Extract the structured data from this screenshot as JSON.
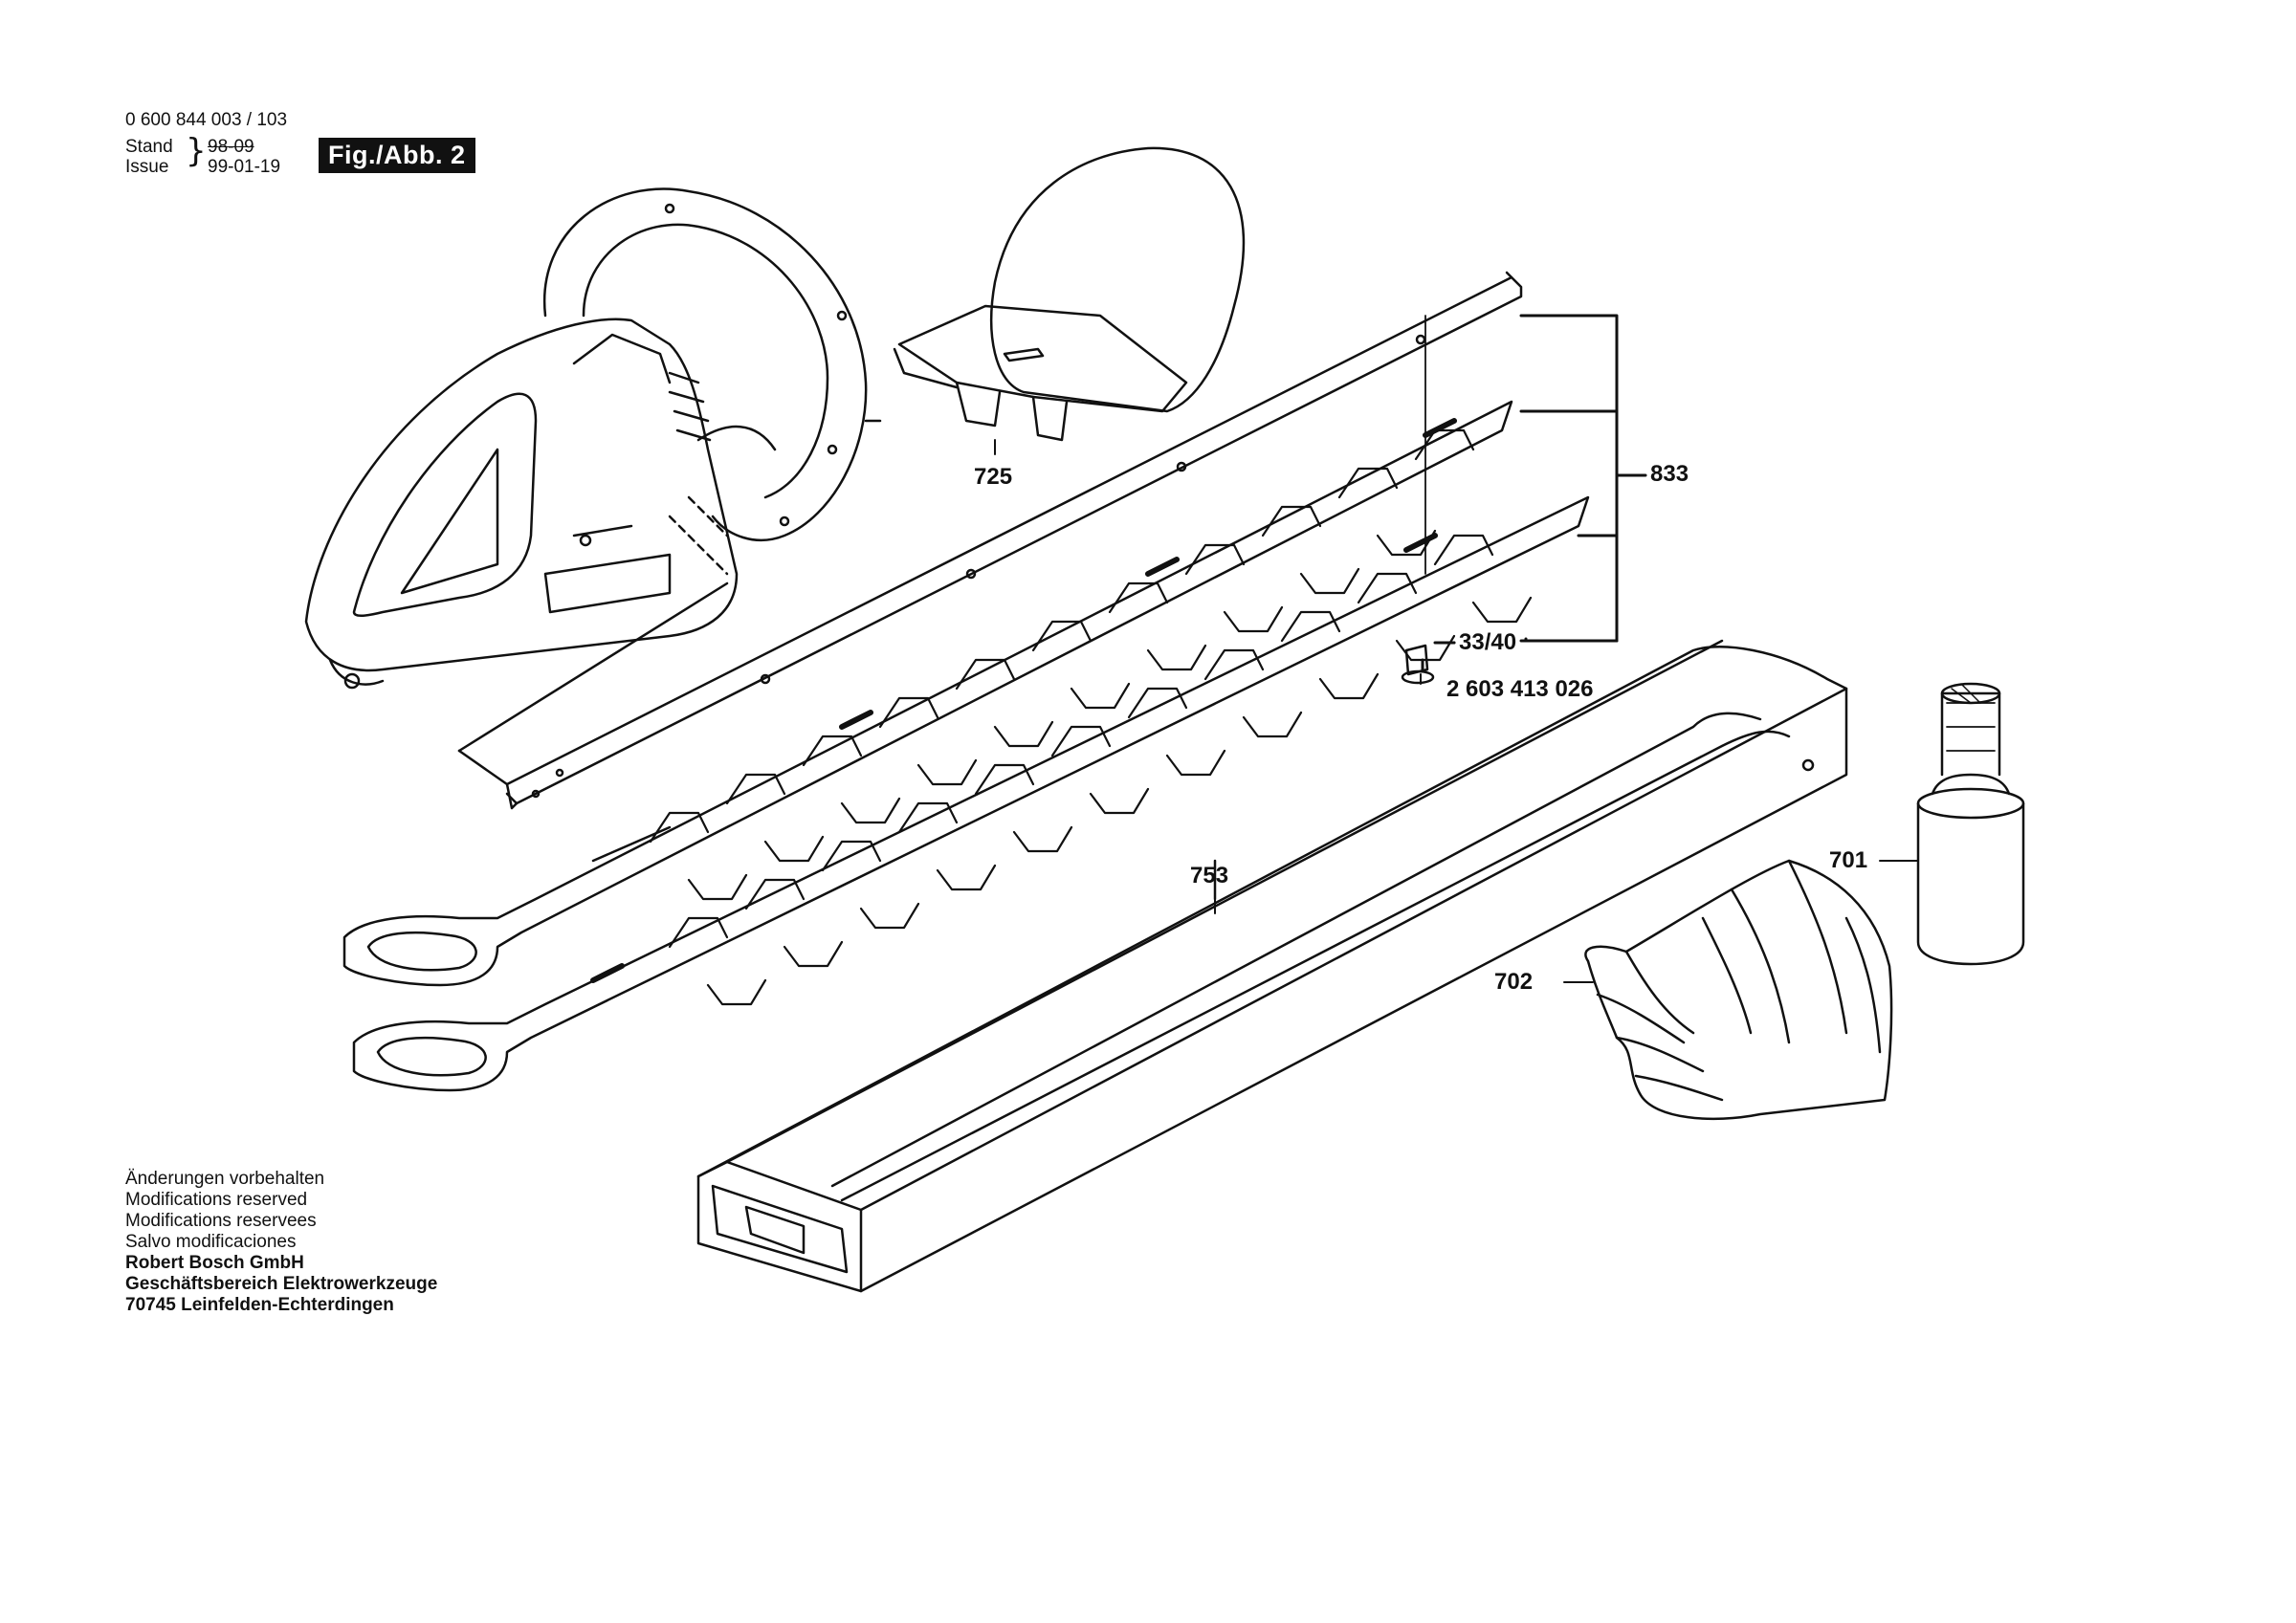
{
  "header": {
    "doc_number": "0 600 844 003 / 103",
    "stand_label": "Stand",
    "stand_value": "98-09",
    "issue_label": "Issue",
    "issue_value": "99-01-19",
    "figure_label": "Fig./Abb. 2"
  },
  "callouts": {
    "shield": "725",
    "blade_assembly": "833",
    "screw": "33/40",
    "screw_part_no": "2 603 413 026",
    "blade_cover": "753",
    "oil_bottle": "701",
    "gloves": "702"
  },
  "footer": {
    "lines": [
      "Änderungen vorbehalten",
      "Modifications reserved",
      "Modifications reservees",
      "Salvo modificaciones"
    ],
    "company": "Robert Bosch GmbH",
    "division": "Geschäftsbereich Elektrowerkzeuge",
    "address": "70745 Leinfelden-Echterdingen"
  }
}
